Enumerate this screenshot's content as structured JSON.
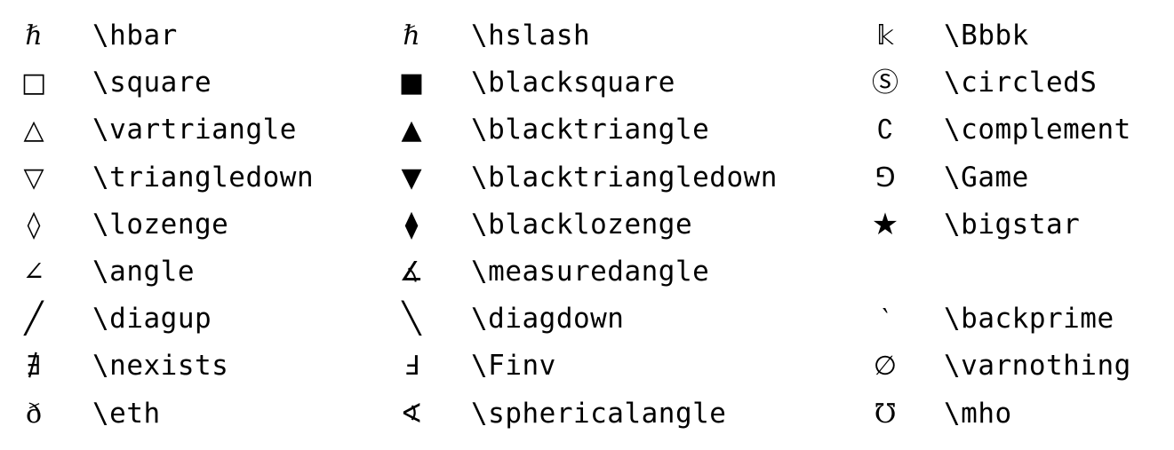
{
  "rows": [
    [
      {
        "symbol": "ℏ",
        "command": "\\hbar"
      },
      {
        "symbol": "ℏ",
        "command": "\\hslash"
      },
      {
        "symbol": "𝕜",
        "command": "\\Bbbk"
      }
    ],
    [
      {
        "symbol": "□",
        "command": "\\square"
      },
      {
        "symbol": "■",
        "command": "\\blacksquare"
      },
      {
        "symbol": "Ⓢ",
        "command": "\\circledS"
      }
    ],
    [
      {
        "symbol": "△",
        "command": "\\vartriangle"
      },
      {
        "symbol": "▲",
        "command": "\\blacktriangle"
      },
      {
        "symbol": "∁",
        "command": "\\complement"
      }
    ],
    [
      {
        "symbol": "▽",
        "command": "\\triangledown"
      },
      {
        "symbol": "▼",
        "command": "\\blacktriangledown"
      },
      {
        "symbol": "⅁",
        "command": "\\Game"
      }
    ],
    [
      {
        "symbol": "◊",
        "command": "\\lozenge"
      },
      {
        "symbol": "⧫",
        "command": "\\blacklozenge"
      },
      {
        "symbol": "★",
        "command": "\\bigstar"
      }
    ],
    [
      {
        "symbol": "∠",
        "command": "\\angle"
      },
      {
        "symbol": "∡",
        "command": "\\measuredangle"
      },
      {
        "symbol": "",
        "command": ""
      }
    ],
    [
      {
        "symbol": "╱",
        "command": "\\diagup"
      },
      {
        "symbol": "╲",
        "command": "\\diagdown"
      },
      {
        "symbol": "‵",
        "command": "\\backprime"
      }
    ],
    [
      {
        "symbol": "∄",
        "command": "\\nexists"
      },
      {
        "symbol": "Ⅎ",
        "command": "\\Finv"
      },
      {
        "symbol": "∅",
        "command": "\\varnothing"
      }
    ],
    [
      {
        "symbol": "ð",
        "command": "\\eth"
      },
      {
        "symbol": "∢",
        "command": "\\sphericalangle"
      },
      {
        "symbol": "℧",
        "command": "\\mho"
      }
    ]
  ]
}
